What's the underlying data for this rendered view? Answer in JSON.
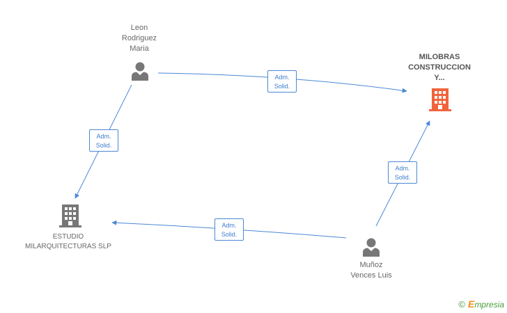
{
  "nodes": {
    "leon": {
      "lines": [
        "Leon",
        "Rodriguez",
        "Maria"
      ],
      "kind": "person"
    },
    "milobras": {
      "lines": [
        "MILOBRAS",
        "CONSTRUCCION",
        "Y..."
      ],
      "kind": "company-main"
    },
    "estudio": {
      "lines": [
        "ESTUDIO",
        "MILARQUITECTURAS SLP"
      ],
      "kind": "company"
    },
    "munoz": {
      "lines": [
        "Muñoz",
        "Vences Luis"
      ],
      "kind": "person"
    }
  },
  "edges": [
    {
      "from": "leon",
      "to": "milobras",
      "label": [
        "Adm.",
        "Solid."
      ]
    },
    {
      "from": "leon",
      "to": "estudio",
      "label": [
        "Adm.",
        "Solid."
      ]
    },
    {
      "from": "munoz",
      "to": "milobras",
      "label": [
        "Adm.",
        "Solid."
      ]
    },
    {
      "from": "munoz",
      "to": "estudio",
      "label": [
        "Adm.",
        "Solid."
      ]
    }
  ],
  "colors": {
    "edge": "#4a87d6",
    "person": "#777777",
    "company": "#777777",
    "company_main": "#f0643c"
  },
  "footer": {
    "copyright": "©",
    "brand_initial": "E",
    "brand_rest": "mpresia"
  }
}
